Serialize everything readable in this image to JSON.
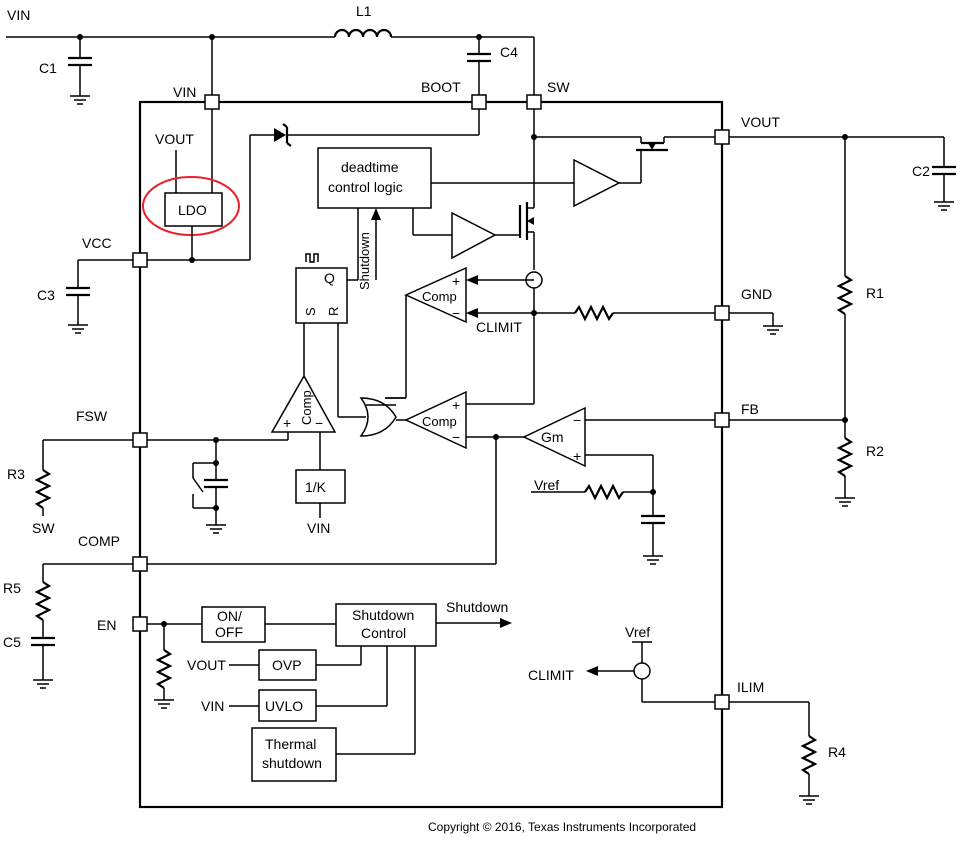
{
  "labels": {
    "vin_top": "VIN",
    "l1": "L1",
    "c1": "C1",
    "c4": "C4",
    "vin_pin": "VIN",
    "boot_pin": "BOOT",
    "sw_pin": "SW",
    "vout_ldo": "VOUT",
    "ldo": "LDO",
    "vcc_pin": "VCC",
    "c3": "C3",
    "deadtime_1": "deadtime",
    "deadtime_2": "control logic",
    "shutdown_vertical": "Shutdown",
    "q": "Q",
    "s": "S",
    "r": "R",
    "comp_top": "Comp",
    "climit_internal": "CLIMIT",
    "gnd_pin": "GND",
    "vout_pin": "VOUT",
    "c2": "C2",
    "r1": "R1",
    "fsw_pin": "FSW",
    "r3": "R3",
    "sw_r3": "SW",
    "comp_ramp": "Comp",
    "comp_mid": "Comp",
    "gm": "Gm",
    "fb_pin": "FB",
    "r2": "R2",
    "vref_gm": "Vref",
    "one_over_k": "1/K",
    "vin_1k": "VIN",
    "comp_pin": "COMP",
    "r5": "R5",
    "c5": "C5",
    "en_pin": "EN",
    "onoff_1": "ON/",
    "onoff_2": "OFF",
    "shutdown_ctrl_1": "Shutdown",
    "shutdown_ctrl_2": "Control",
    "shutdown_out": "Shutdown",
    "vout_ovp": "VOUT",
    "ovp": "OVP",
    "vin_uvlo": "VIN",
    "uvlo": "UVLO",
    "thermal_1": "Thermal",
    "thermal_2": "shutdown",
    "vref_ilim": "Vref",
    "climit_ilim": "CLIMIT",
    "ilim_pin": "ILIM",
    "r4": "R4",
    "plus": "+",
    "minus": "−",
    "copyright": "Copyright © 2016, Texas Instruments Incorporated"
  },
  "colors": {
    "line": "#000000",
    "highlight": "#e8202a",
    "background": "#ffffff"
  }
}
